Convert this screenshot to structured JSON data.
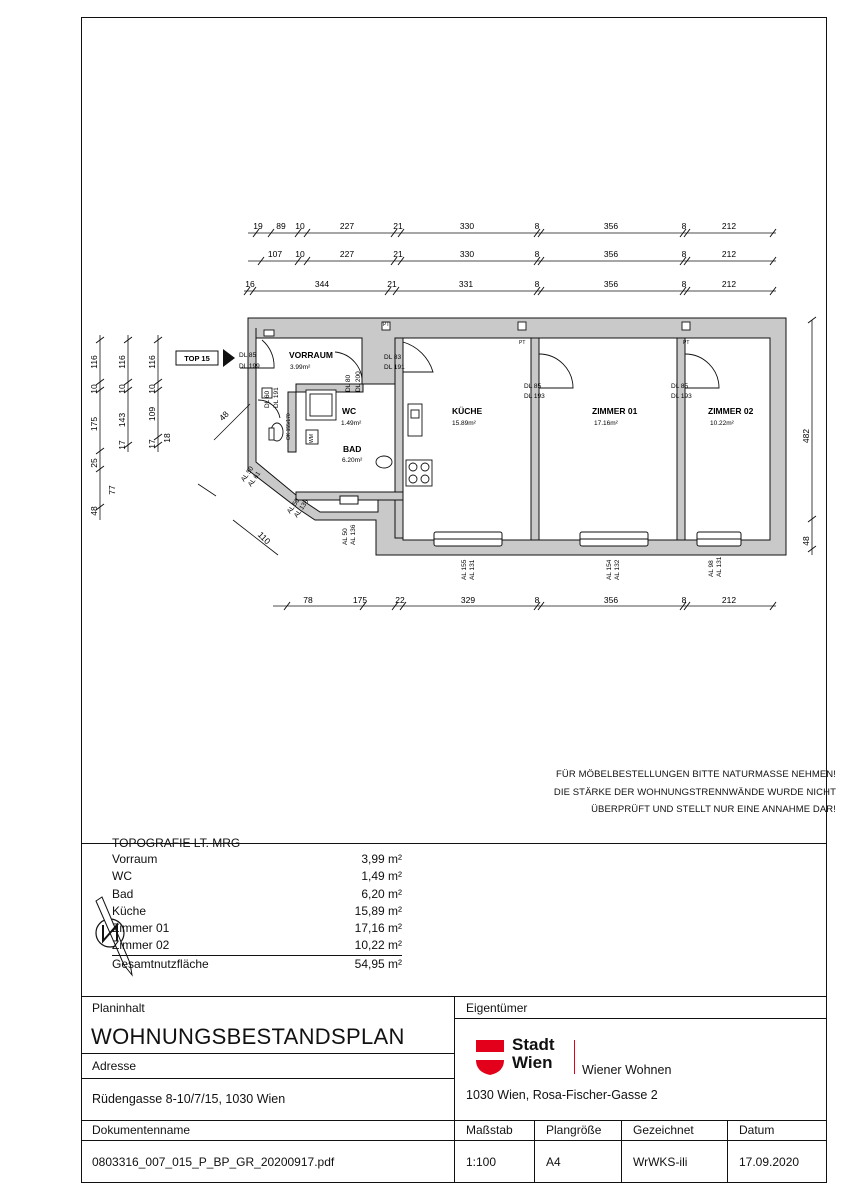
{
  "plan": {
    "dims_top1": [
      "19",
      "89",
      "10",
      "227",
      "21",
      "330",
      "8",
      "356",
      "8",
      "212"
    ],
    "dims_top2": [
      "107",
      "10",
      "227",
      "21",
      "330",
      "8",
      "356",
      "8",
      "212"
    ],
    "dims_top3": [
      "16",
      "344",
      "21",
      "331",
      "8",
      "356",
      "8",
      "212"
    ],
    "dims_bottom": [
      "78",
      "175",
      "22",
      "329",
      "8",
      "356",
      "8",
      "212"
    ],
    "dims_left1": [
      "116",
      "10",
      "175",
      "25",
      "77",
      "48"
    ],
    "dims_left2": [
      "116",
      "10",
      "143",
      "17"
    ],
    "dims_left3": [
      "116",
      "10",
      "109",
      "17",
      "18"
    ],
    "dims_right": [
      "482",
      "48"
    ],
    "dims_diag": [
      "48",
      "110"
    ],
    "entry_tag": "TOP 15",
    "rooms": [
      {
        "name": "VORRAUM",
        "area": "3.99m²"
      },
      {
        "name": "WC",
        "area": "1.49m²"
      },
      {
        "name": "BAD",
        "area": "6.20m²"
      },
      {
        "name": "KÜCHE",
        "area": "15.89m²"
      },
      {
        "name": "ZIMMER 01",
        "area": "17.16m²"
      },
      {
        "name": "ZIMMER 02",
        "area": "10.22m²"
      }
    ],
    "door_labels": [
      {
        "a": "DL 85",
        "b": "DL 199"
      },
      {
        "a": "DL 83",
        "b": "DL 191"
      },
      {
        "a": "DL 80",
        "b": "DL 200"
      },
      {
        "a": "DL 60",
        "b": "DL 191"
      },
      {
        "a": "DL 85",
        "b": "DL 193"
      },
      {
        "a": "DL 85",
        "b": "DL 193"
      }
    ],
    "window_labels": [
      {
        "a": "AL 155",
        "b": "AL 131"
      },
      {
        "a": "AL 154",
        "b": "AL 132"
      },
      {
        "a": "AL 98",
        "b": "AL 131"
      },
      {
        "a": "AL 50",
        "b": "AL 136"
      },
      {
        "a": "AL 50",
        "b": "AL 136"
      },
      {
        "a": "AL 50",
        "b": "AL 61"
      }
    ],
    "pt_label": "PT",
    "shower_label": "OK 155/170",
    "wm_label": "WM"
  },
  "notes": [
    "FÜR MÖBELBESTELLUNGEN BITTE NATURMASSE NEHMEN!",
    "DIE STÄRKE DER WOHNUNGSTRENNWÄNDE WURDE NICHT",
    "ÜBERPRÜFT UND STELLT NUR EINE ANNAHME DAR!"
  ],
  "topografie": {
    "title": "TOPOGRAFIE LT. MRG",
    "rows": [
      {
        "name": "Vorraum",
        "value": "3,99 m²"
      },
      {
        "name": "WC",
        "value": "1,49 m²"
      },
      {
        "name": "Bad",
        "value": "6,20 m²"
      },
      {
        "name": "Küche",
        "value": "15,89 m²"
      },
      {
        "name": "Zimmer 01",
        "value": "17,16 m²"
      },
      {
        "name": "Zimmer 02",
        "value": "10,22 m²"
      },
      {
        "name": "Gesamtnutzfläche",
        "value": "54,95 m²"
      }
    ]
  },
  "titleblock": {
    "planinhalt_label": "Planinhalt",
    "planinhalt_value": "WOHNUNGSBESTANDSPLAN",
    "adresse_label": "Adresse",
    "adresse_value": "Rüdengasse 8-10/7/15, 1030 Wien",
    "eigentuemer_label": "Eigentümer",
    "logo_line1": "Stadt",
    "logo_line2": "Wien",
    "owner_name": "Wiener Wohnen",
    "owner_address": "1030 Wien,  Rosa-Fischer-Gasse 2",
    "dokumentenname_label": "Dokumentenname",
    "dokumentenname_value": "0803316_007_015_P_BP_GR_20200917.pdf",
    "massstab_label": "Maßstab",
    "massstab_value": "1:100",
    "plangroesse_label": "Plangröße",
    "plangroesse_value": "A4",
    "gezeichnet_label": "Gezeichnet",
    "gezeichnet_value": "WrWKS-ili",
    "datum_label": "Datum",
    "datum_value": "17.09.2020"
  },
  "colors": {
    "wall": "#c9c9c9",
    "logo_red": "#e2001a",
    "line": "#111111"
  }
}
